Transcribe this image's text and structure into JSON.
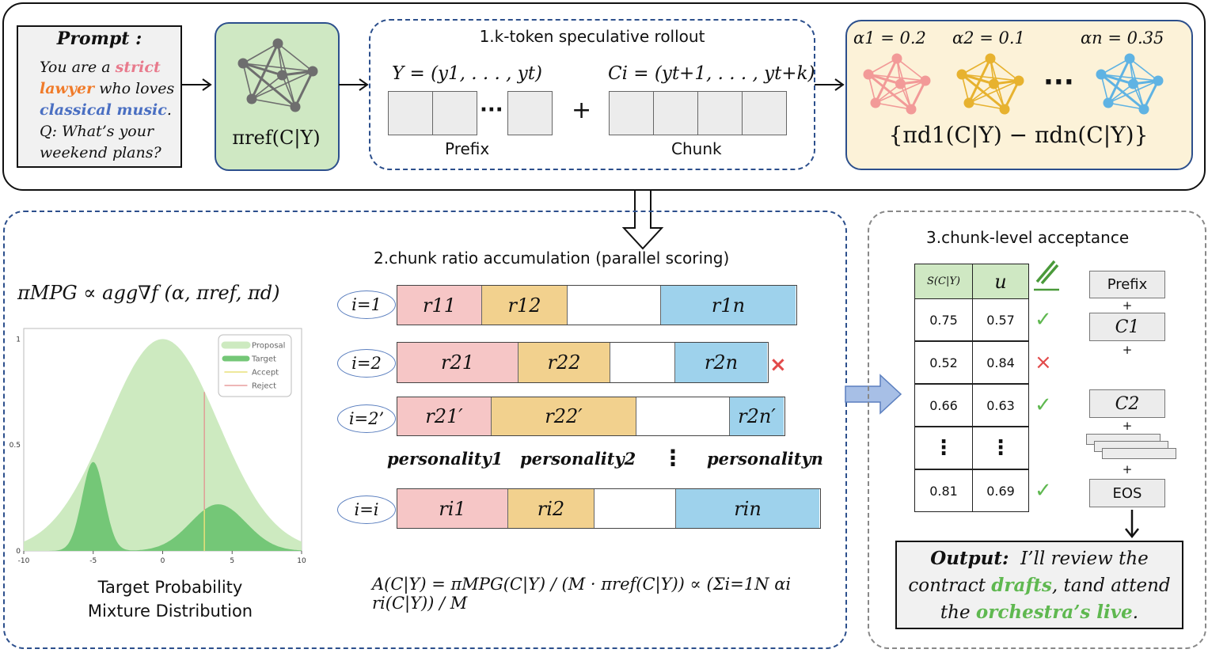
{
  "prompt": {
    "heading": "Prompt :",
    "lines": [
      {
        "parts": [
          {
            "t": "You are a ",
            "c": "#111",
            "b": false
          },
          {
            "t": "strict",
            "c": "#e87a8c",
            "b": true
          }
        ]
      },
      {
        "parts": [
          {
            "t": "lawyer",
            "c": "#f07b2a",
            "b": true
          },
          {
            "t": " who loves",
            "c": "#111",
            "b": false
          }
        ]
      },
      {
        "parts": [
          {
            "t": "classical music",
            "c": "#4a6fc2",
            "b": true
          },
          {
            "t": ".",
            "c": "#111",
            "b": false
          }
        ]
      },
      {
        "parts": [
          {
            "t": "Q: What’s your",
            "c": "#111",
            "b": false
          }
        ]
      },
      {
        "parts": [
          {
            "t": "weekend plans?",
            "c": "#111",
            "b": false
          }
        ]
      }
    ]
  },
  "ref_model": {
    "label": "πref(C|Y)"
  },
  "step1": {
    "title": "1.k-token speculative rollout",
    "prefix_formula": "Y = (y1, . . . , yt)",
    "chunk_formula": "Ci = (yt+1, . . . , yt+k)",
    "prefix_label": "Prefix",
    "chunk_label": "Chunk",
    "ellipsis": "···",
    "plus": "+"
  },
  "personas": {
    "alphas": [
      "α1 = 0.2",
      "α2 = 0.1",
      "αn = 0.35"
    ],
    "ellipsis": "···",
    "formula": "{πd1(C|Y) − πdn(C|Y)}",
    "colors": [
      "#f29a98",
      "#e7b22f",
      "#5fb3e3"
    ]
  },
  "step2": {
    "title": "2.chunk ratio accumulation (parallel scoring)",
    "formula": "πMPG ∝ agg∇f (α, πref, πd)",
    "rows": [
      {
        "label": "i=1",
        "cells": [
          "r11",
          "r12",
          "",
          "r1n"
        ],
        "reject": ""
      },
      {
        "label": "i=2",
        "cells": [
          "r21",
          "r22",
          "",
          "r2n"
        ],
        "reject": "×"
      },
      {
        "label": "i=2’",
        "cells": [
          "r21′",
          "r22′",
          "",
          "r2n′"
        ],
        "reject": ""
      },
      {
        "label": "i=i",
        "cells": [
          "ri1",
          "ri2",
          "",
          "rin"
        ],
        "reject": ""
      }
    ],
    "personalities": [
      "personality1",
      "personality2",
      "⋮",
      "personalityn"
    ],
    "acceptance_formula": "A(C|Y) = πMPG(C|Y) / (M · πref(C|Y)) ∝ (Σi=1N αi ri(C|Y)) / M"
  },
  "mixture_chart": {
    "legend": [
      "Proposal",
      "Target",
      "Accept",
      "Reject"
    ],
    "x_ticks": [
      "-10",
      "-5",
      "0",
      "5",
      "10"
    ],
    "y_ticks": [
      "0",
      "0.5",
      "1"
    ],
    "caption_lines": [
      "Target Probability",
      "Mixture Distribution"
    ],
    "colors": {
      "proposal": "#cdeac0",
      "target": "#74c777",
      "accept": "#e8e07a",
      "reject": "#e48a8a"
    }
  },
  "step3": {
    "title": "3.chunk-level acceptance",
    "headers": [
      "S(C|Y)",
      "u"
    ],
    "rows": [
      {
        "s": "0.75",
        "u": "0.57",
        "mark": "✓"
      },
      {
        "s": "0.52",
        "u": "0.84",
        "mark": "×"
      },
      {
        "s": "0.66",
        "u": "0.63",
        "mark": "✓"
      },
      {
        "s": "⋮",
        "u": "⋮",
        "mark": ""
      },
      {
        "s": "0.81",
        "u": "0.69",
        "mark": "✓"
      }
    ],
    "stack": {
      "prefix": "Prefix",
      "c1": "C1",
      "c2": "C2",
      "eos": "EOS",
      "plus": "+"
    }
  },
  "output": {
    "lines": [
      {
        "parts": [
          {
            "t": "Output:",
            "c": "#111",
            "b": true
          },
          {
            "t": "  I’ll review the",
            "c": "#111",
            "b": false
          }
        ]
      },
      {
        "parts": [
          {
            "t": "contract ",
            "c": "#111",
            "b": false
          },
          {
            "t": "drafts",
            "c": "#5fb850",
            "b": true
          },
          {
            "t": ", tand attend",
            "c": "#111",
            "b": false
          }
        ]
      },
      {
        "parts": [
          {
            "t": "the ",
            "c": "#111",
            "b": false
          },
          {
            "t": "orchestra’s live",
            "c": "#5fb850",
            "b": true
          },
          {
            "t": ".",
            "c": "#111",
            "b": false
          }
        ]
      }
    ]
  }
}
